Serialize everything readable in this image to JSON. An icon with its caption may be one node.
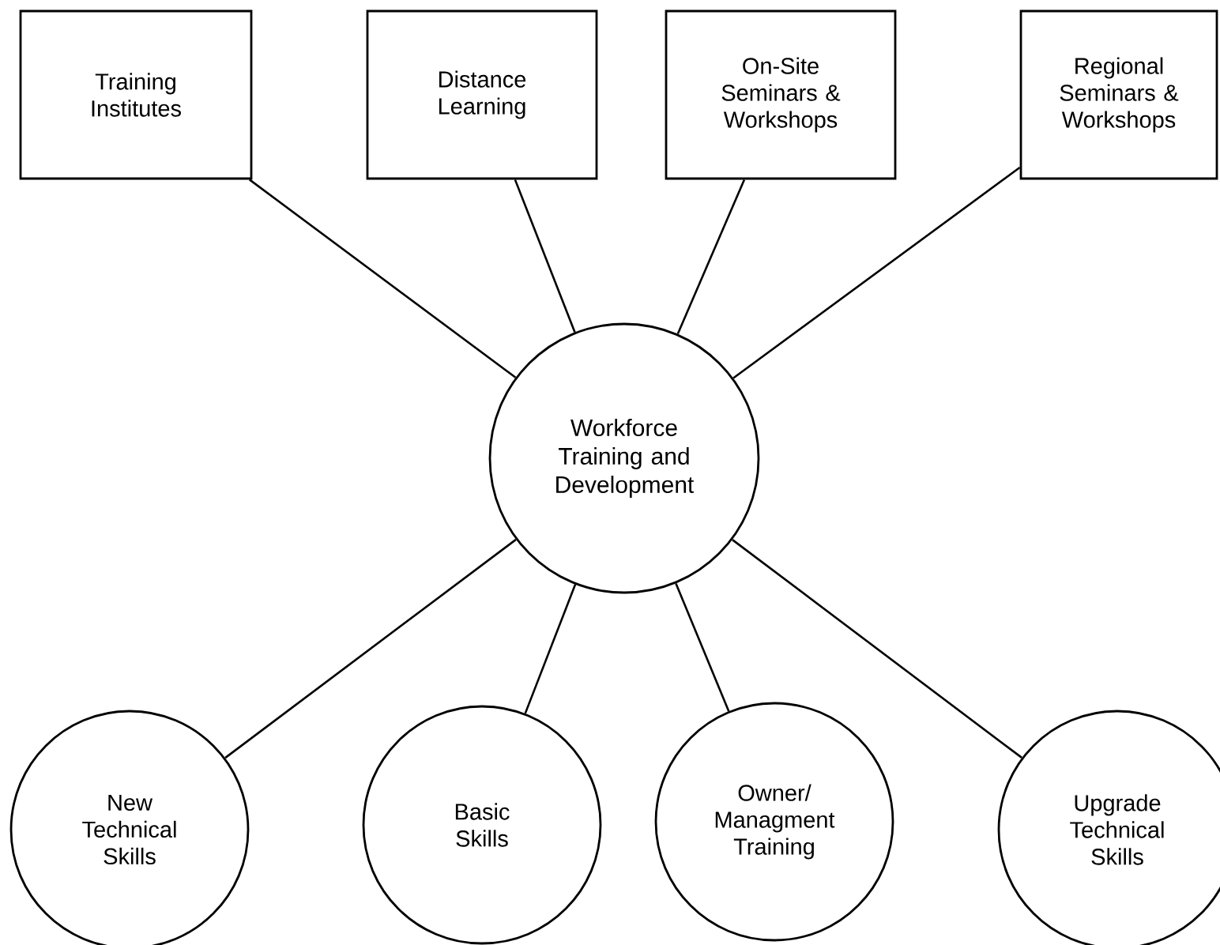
{
  "diagram": {
    "nodes": [
      {
        "text": [
          "Training Institutes"
        ]
      },
      {
        "text": [
          "Distance Learning"
        ]
      },
      {
        "text": [
          "On-Site Seminars & Workshops"
        ]
      },
      {
        "text": [
          "Regional Seminars & Workshops"
        ]
      },
      {
        "text": [
          "Workforce Training and Development"
        ]
      },
      {
        "text": [
          "New Technical Skills"
        ]
      },
      {
        "text": [
          "Basic Skills"
        ]
      },
      {
        "text": [
          "Owner/ Managment Training"
        ]
      },
      {
        "text": [
          "Upgrade Technical Skills"
        ]
      }
    ],
    "edges": [
      {
        "from": 4,
        "to": 0,
        "arrow": "none"
      },
      {
        "from": 4,
        "to": 1,
        "arrow": "none"
      },
      {
        "from": 4,
        "to": 2,
        "arrow": "none"
      },
      {
        "from": 4,
        "to": 3,
        "arrow": "none"
      },
      {
        "from": 4,
        "to": 5,
        "arrow": "none"
      },
      {
        "from": 4,
        "to": 6,
        "arrow": "none"
      },
      {
        "from": 4,
        "to": 7,
        "arrow": "none"
      },
      {
        "from": 4,
        "to": 8,
        "arrow": "none"
      }
    ]
  }
}
